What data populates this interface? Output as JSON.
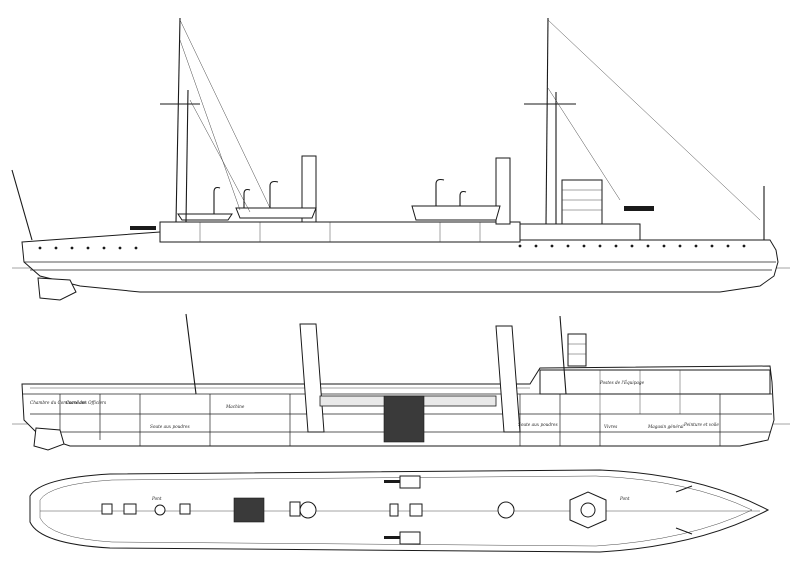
{
  "views": {
    "profile": {
      "icon": "ship-profile-drawing"
    },
    "section": {
      "labels": [
        "Chambre du Commandant",
        "Carré des Officiers",
        "Soute aux poudres",
        "Machine",
        "Postes de l'Équipage",
        "Soute aux poudres",
        "Vivres",
        "Magasin général",
        "Peinture et voile"
      ]
    },
    "deck": {
      "labels": [
        "Pont",
        "Pont"
      ]
    }
  }
}
